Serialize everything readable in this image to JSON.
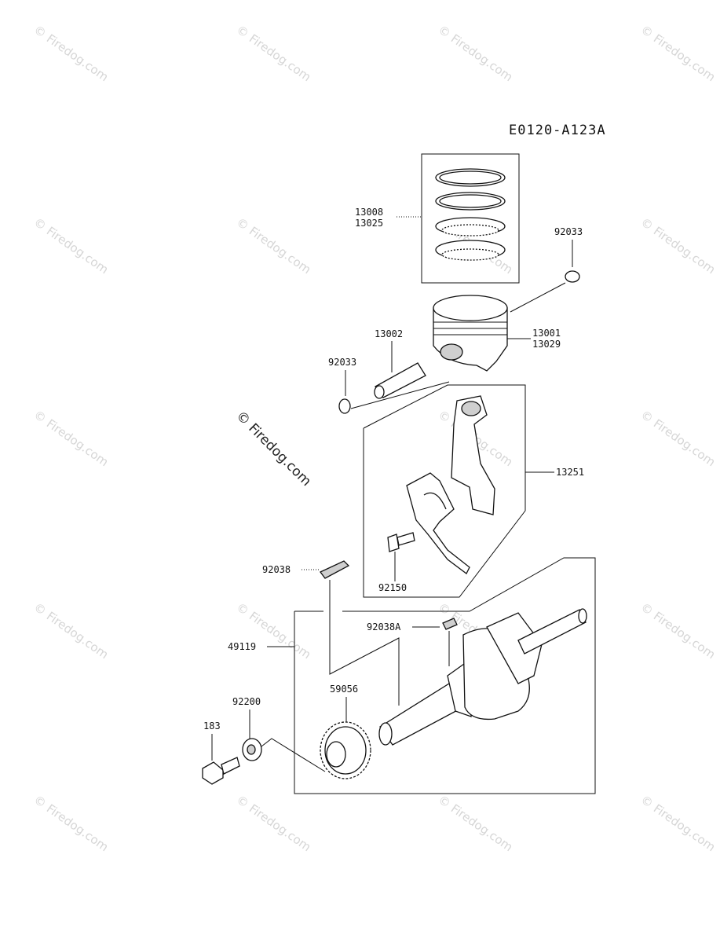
{
  "diagram_code": "E0120-A123A",
  "watermark": "© Firedog.com",
  "part_numbers": {
    "piston_ring_std": "13008",
    "piston_ring_alt": "13025",
    "snap_ring_right": "92033",
    "piston_std": "13001",
    "piston_alt": "13029",
    "piston_pin": "13002",
    "snap_ring_left": "92033",
    "connecting_rod": "13251",
    "key": "92038",
    "rod_bolt": "92150",
    "crank_key": "92038A",
    "crankshaft": "49119",
    "gear": "59056",
    "washer": "92200",
    "bolt": "183"
  }
}
